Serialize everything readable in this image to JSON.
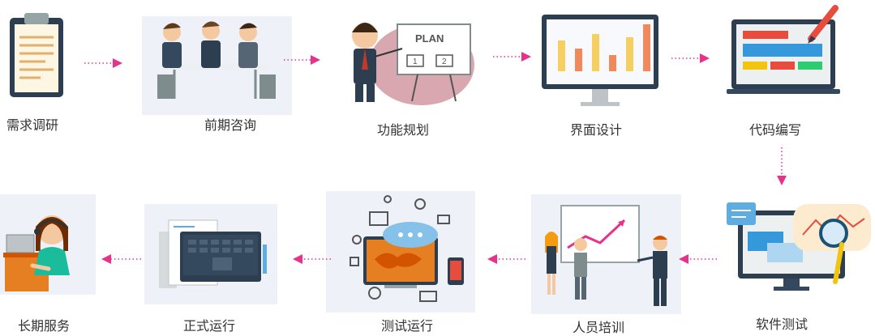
{
  "steps": [
    {
      "label": "需求调研",
      "icon": "clipboard-icon"
    },
    {
      "label": "前期咨询",
      "icon": "meeting-icon"
    },
    {
      "label": "功能规划",
      "icon": "plan-presentation-icon"
    },
    {
      "label": "界面设计",
      "icon": "monitor-chart-icon"
    },
    {
      "label": "代码编写",
      "icon": "coding-monitor-icon"
    },
    {
      "label": "软件测试",
      "icon": "testing-magnifier-icon"
    },
    {
      "label": "人员培训",
      "icon": "training-presentation-icon"
    },
    {
      "label": "测试运行",
      "icon": "trial-run-tablet-icon"
    },
    {
      "label": "正式运行",
      "icon": "laptop-icon"
    },
    {
      "label": "长期服务",
      "icon": "customer-service-icon"
    }
  ],
  "plan_board": {
    "text": "PLAN",
    "item1": "1",
    "item2": "2"
  },
  "colors": {
    "arrow": "#e8318a",
    "tile": "#eef1f8",
    "text": "#333333"
  }
}
